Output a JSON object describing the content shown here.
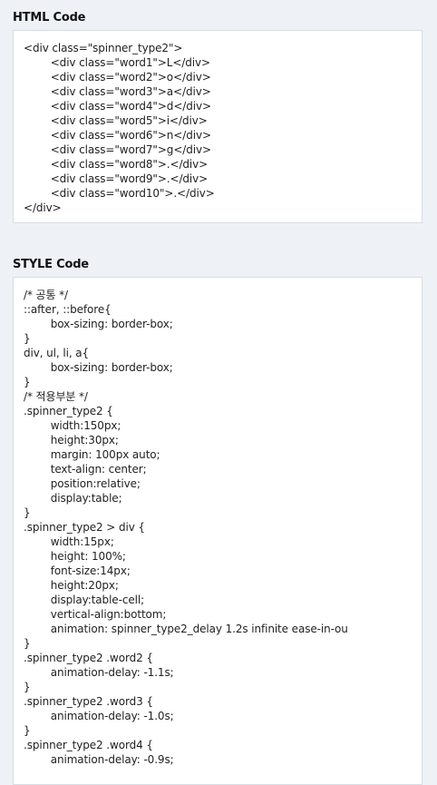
{
  "html_section": {
    "title": "HTML Code",
    "lines": [
      "<div class=\"spinner_type2\">",
      "\t<div class=\"word1\">L</div>",
      "\t<div class=\"word2\">o</div>",
      "\t<div class=\"word3\">a</div>",
      "\t<div class=\"word4\">d</div>",
      "\t<div class=\"word5\">i</div>",
      "\t<div class=\"word6\">n</div>",
      "\t<div class=\"word7\">g</div>",
      "\t<div class=\"word8\">.</div>",
      "\t<div class=\"word9\">.</div>",
      "\t<div class=\"word10\">.</div>",
      "</div>"
    ]
  },
  "style_section": {
    "title": "STYLE Code",
    "lines": [
      "/* 공통 */",
      "::after, ::before{",
      "\tbox-sizing: border-box;",
      "}",
      "div, ul, li, a{",
      "\tbox-sizing: border-box;",
      "}",
      "/* 적용부분 */",
      ".spinner_type2 {",
      "\twidth:150px;",
      "\theight:30px;",
      "\tmargin: 100px auto;",
      "\ttext-align: center;",
      "\tposition:relative;",
      "\tdisplay:table;",
      "}",
      ".spinner_type2 > div {",
      "\twidth:15px;",
      "\theight: 100%;",
      "\tfont-size:14px;",
      "\theight:20px;",
      "\tdisplay:table-cell;",
      "\tvertical-align:bottom;",
      "\tanimation: spinner_type2_delay 1.2s infinite ease-in-ou",
      "}",
      ".spinner_type2 .word2 {",
      "\tanimation-delay: -1.1s;",
      "}",
      ".spinner_type2 .word3 {",
      "\tanimation-delay: -1.0s;",
      "}",
      ".spinner_type2 .word4 {",
      "\tanimation-delay: -0.9s;"
    ]
  }
}
